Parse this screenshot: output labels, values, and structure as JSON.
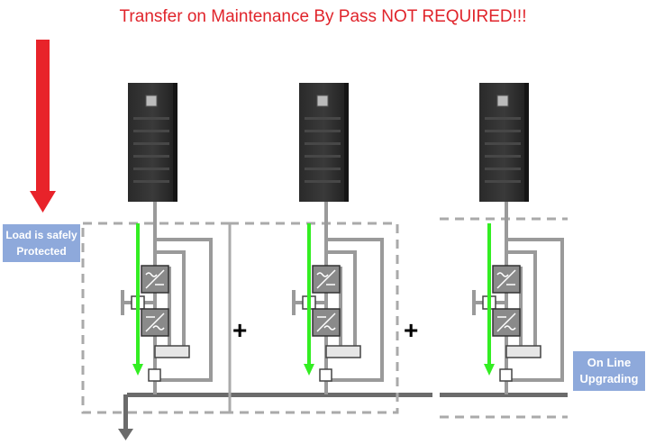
{
  "title": "Transfer on Maintenance By Pass NOT REQUIRED!!!",
  "labels": {
    "load": [
      "Load is safely",
      "Protected"
    ],
    "upgrade": [
      "On Line",
      "Upgrading"
    ]
  },
  "plus_sign": "+",
  "colors": {
    "title": "#e0242b",
    "red_arrow": "#e8232a",
    "flow_arrow": "#33ee22",
    "bus": "#6b6b6b",
    "wire": "#9a9a9a",
    "label_bg": "#8ea9db",
    "module_border": "#aaaaaa"
  },
  "modules": [
    {
      "name": "ups-module-1"
    },
    {
      "name": "ups-module-2"
    },
    {
      "name": "ups-module-3"
    }
  ]
}
